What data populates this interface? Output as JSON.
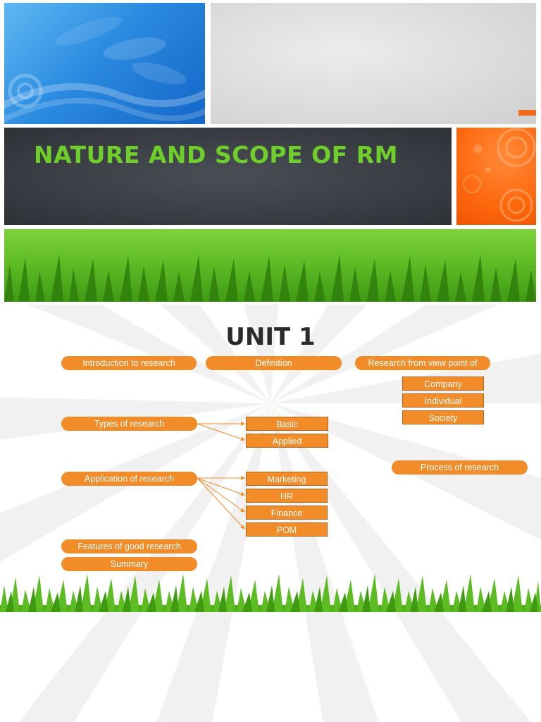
{
  "slide1": {
    "title": "NATURE AND SCOPE OF RM",
    "colors": {
      "title": "#6fcf2a",
      "accent": "#f26b1d",
      "dark_tile": "#3a3e44"
    }
  },
  "slide2": {
    "title": "UNIT 1",
    "nodes": {
      "intro": "Introduction to research",
      "definition": "Definition",
      "viewpoint": "Research from view point of",
      "company": "Company",
      "individual": "Individual",
      "society": "Society",
      "types": "Types of research",
      "basic": "Basic",
      "applied": "Applied",
      "process": "Process of research",
      "application": "Application of research",
      "marketing": "Marketing",
      "hr": "HR",
      "finance": "Finance",
      "pom": "POM",
      "features": "Features of good research",
      "summary": "Summary"
    },
    "colors": {
      "node": "#f28c28",
      "node_border": "#b8641a",
      "text": "#ffffff"
    }
  }
}
